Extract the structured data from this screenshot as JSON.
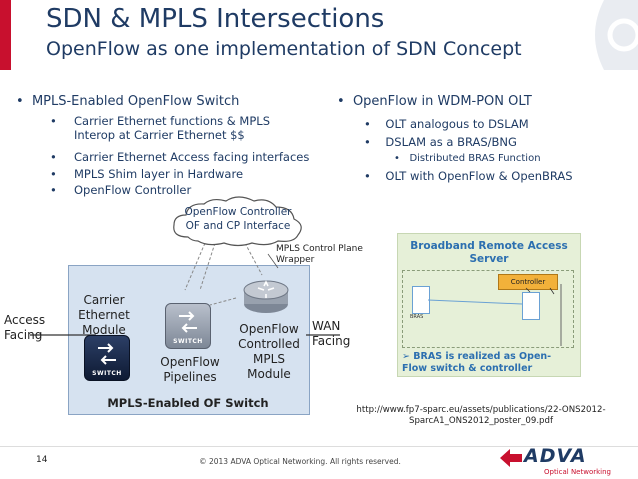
{
  "header": {
    "title": "SDN & MPLS Intersections",
    "subtitle": "OpenFlow as one implementation of SDN Concept"
  },
  "left_column": {
    "heading": "MPLS-Enabled OpenFlow Switch",
    "items": [
      "Carrier Ethernet functions & MPLS Interop at Carrier Ethernet $$",
      "Carrier Ethernet Access facing interfaces",
      "MPLS Shim layer in Hardware",
      "OpenFlow Controller"
    ]
  },
  "right_column": {
    "heading": "OpenFlow in WDM-PON OLT",
    "items": [
      "OLT analogous to DSLAM",
      "DSLAM as a BRAS/BNG"
    ],
    "subitem": "Distributed BRAS Function",
    "last_item": "OLT with OpenFlow & OpenBRAS"
  },
  "diagram": {
    "cloud_line1": "OpenFlow Controller",
    "cloud_line2": "OF and CP Interface",
    "mpls_cp_wrapper": "MPLS Control Plane Wrapper",
    "access_facing": "Access Facing",
    "wan_facing": "WAN Facing",
    "carrier_ethernet_module": "Carrier Ethernet Module",
    "openflow_pipelines": "OpenFlow Pipelines",
    "openflow_controlled_mpls": "OpenFlow Controlled MPLS Module",
    "box_caption": "MPLS-Enabled OF Switch",
    "switch_label": "SWITCH"
  },
  "inset": {
    "title_line1": "Broadband Remote Access",
    "title_line2": "Server",
    "controller_label": "Controller",
    "bras_label": "BRAS",
    "caption": "BRAS is realized as Open-Flow switch & controller"
  },
  "reference_url": "http://www.fp7-sparc.eu/assets/publications/22-ONS2012-SparcA1_ONS2012_poster_09.pdf",
  "footer": {
    "page_number": "14",
    "copyright": "© 2013 ADVA Optical Networking. All rights reserved.",
    "logo_text": "ADVA",
    "logo_sub": "Optical Networking"
  },
  "colors": {
    "brand_red": "#c8102e",
    "title_blue": "#1f3b64",
    "module_box": "#d6e2f0",
    "inset_green": "#e6f0d8"
  },
  "icons": [
    "switch-icon",
    "router-icon",
    "cloud-icon",
    "adva-logo-icon"
  ]
}
